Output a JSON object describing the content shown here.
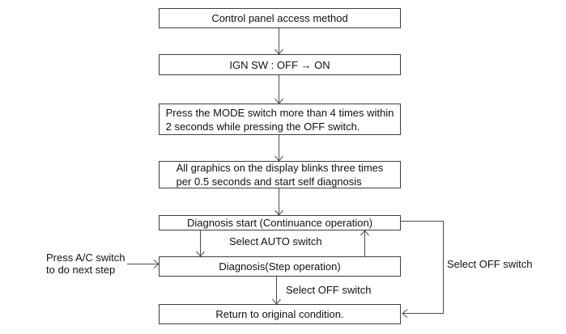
{
  "flowchart": {
    "title": "Control panel access method",
    "nodes": [
      {
        "id": "access-method",
        "label": "Control panel access method"
      },
      {
        "id": "ign-sw",
        "label": "IGN SW : OFF → ON"
      },
      {
        "id": "mode-switch",
        "label": "Press the MODE switch more than 4 times within\n2 seconds while pressing the OFF switch."
      },
      {
        "id": "display-blink",
        "label": "All graphics on the display blinks three times\nper 0.5 seconds and start self diagnosis"
      },
      {
        "id": "diagnosis-start",
        "label": "Diagnosis start (Continuance operation)"
      },
      {
        "id": "diagnosis-step",
        "label": "Diagnosis(Step operation)"
      },
      {
        "id": "return-original",
        "label": "Return to original condition."
      }
    ],
    "edge_labels": {
      "select_auto": "Select AUTO switch",
      "select_off_mid": "Select OFF switch",
      "select_off_right": "Select OFF switch"
    },
    "annotations": {
      "press_ac": "Press A/C switch\nto do next step"
    },
    "colors": {
      "background": "#ffffff",
      "box_border": "#3d3d3d",
      "line": "#4a4a4a",
      "text": "#111111"
    }
  }
}
